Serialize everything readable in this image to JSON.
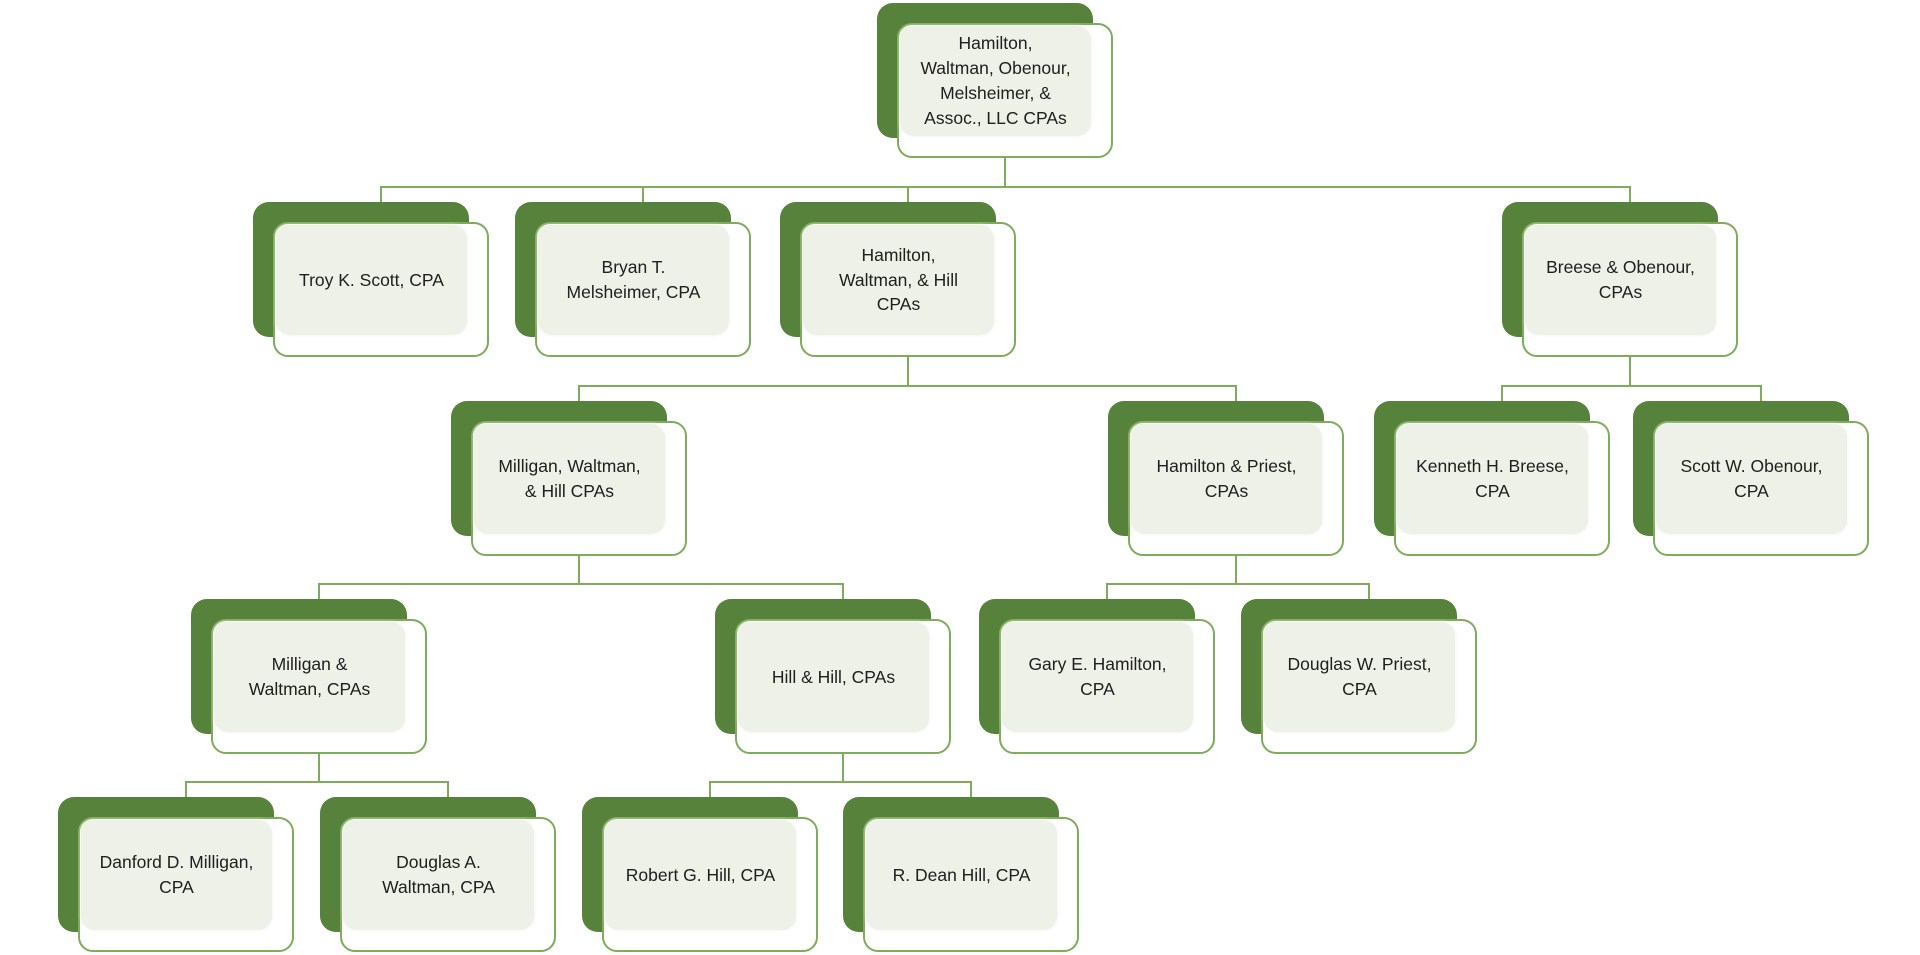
{
  "diagram": {
    "type": "org-chart",
    "description": "Organization chart of CPA firms and partners",
    "colors": {
      "shadow": "#57823B",
      "border": "#7FAC5B",
      "fill": "#EDF1E8",
      "connector": "#7FAC5B",
      "text": "#202020",
      "background": "#FFFFFF"
    },
    "nodes": [
      {
        "id": "root",
        "label": "Hamilton,\nWaltman, Obenour,\nMelsheimer, &\nAssoc., LLC CPAs",
        "parent": null
      },
      {
        "id": "troy-scott",
        "label": "Troy K. Scott, CPA",
        "parent": "root"
      },
      {
        "id": "bryan-melsheimer",
        "label": "Bryan T.\nMelsheimer, CPA",
        "parent": "root"
      },
      {
        "id": "hwh",
        "label": "Hamilton,\nWaltman, & Hill\nCPAs",
        "parent": "root"
      },
      {
        "id": "breese-obenour",
        "label": "Breese & Obenour,\nCPAs",
        "parent": "root"
      },
      {
        "id": "mwh",
        "label": "Milligan, Waltman,\n& Hill CPAs",
        "parent": "hwh"
      },
      {
        "id": "hamilton-priest",
        "label": "Hamilton & Priest,\nCPAs",
        "parent": "hwh"
      },
      {
        "id": "kenneth-breese",
        "label": "Kenneth H. Breese,\nCPA",
        "parent": "breese-obenour"
      },
      {
        "id": "scott-obenour",
        "label": "Scott W. Obenour,\nCPA",
        "parent": "breese-obenour"
      },
      {
        "id": "milligan-waltman",
        "label": "Milligan &\nWaltman, CPAs",
        "parent": "mwh"
      },
      {
        "id": "hill-hill",
        "label": "Hill & Hill, CPAs",
        "parent": "mwh"
      },
      {
        "id": "gary-hamilton",
        "label": "Gary E. Hamilton,\nCPA",
        "parent": "hamilton-priest"
      },
      {
        "id": "douglas-priest",
        "label": "Douglas W. Priest,\nCPA",
        "parent": "hamilton-priest"
      },
      {
        "id": "danford-milligan",
        "label": "Danford D. Milligan,\nCPA",
        "parent": "milligan-waltman"
      },
      {
        "id": "douglas-waltman",
        "label": "Douglas A.\nWaltman, CPA",
        "parent": "milligan-waltman"
      },
      {
        "id": "robert-hill",
        "label": "Robert G. Hill, CPA",
        "parent": "hill-hill"
      },
      {
        "id": "rdean-hill",
        "label": "R. Dean Hill, CPA",
        "parent": "hill-hill"
      }
    ]
  }
}
